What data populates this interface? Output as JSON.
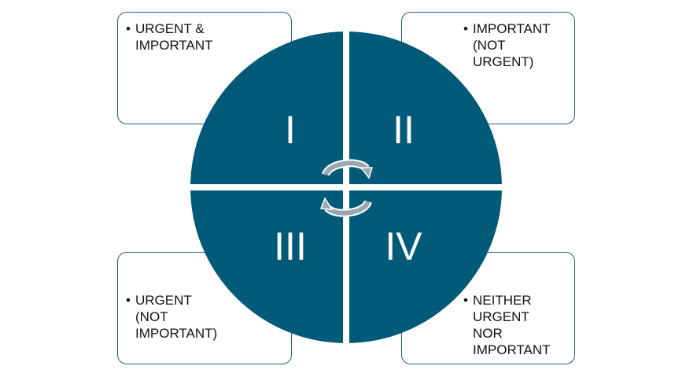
{
  "quadrants": [
    {
      "numeral": "I",
      "label": "URGENT &\nIMPORTANT"
    },
    {
      "numeral": "II",
      "label": "IMPORTANT\n(NOT\nURGENT)"
    },
    {
      "numeral": "III",
      "label": "URGENT\n(NOT\nIMPORTANT)"
    },
    {
      "numeral": "IV",
      "label": "NEITHER\nURGENT\nNOR\nIMPORTANT"
    }
  ],
  "bullet": "•",
  "colors": {
    "circle": "#005a78",
    "box_border": "#1f5f7a",
    "arrows": "#9aa7b0"
  },
  "icons": {
    "cycle": "circular-arrows-icon"
  }
}
